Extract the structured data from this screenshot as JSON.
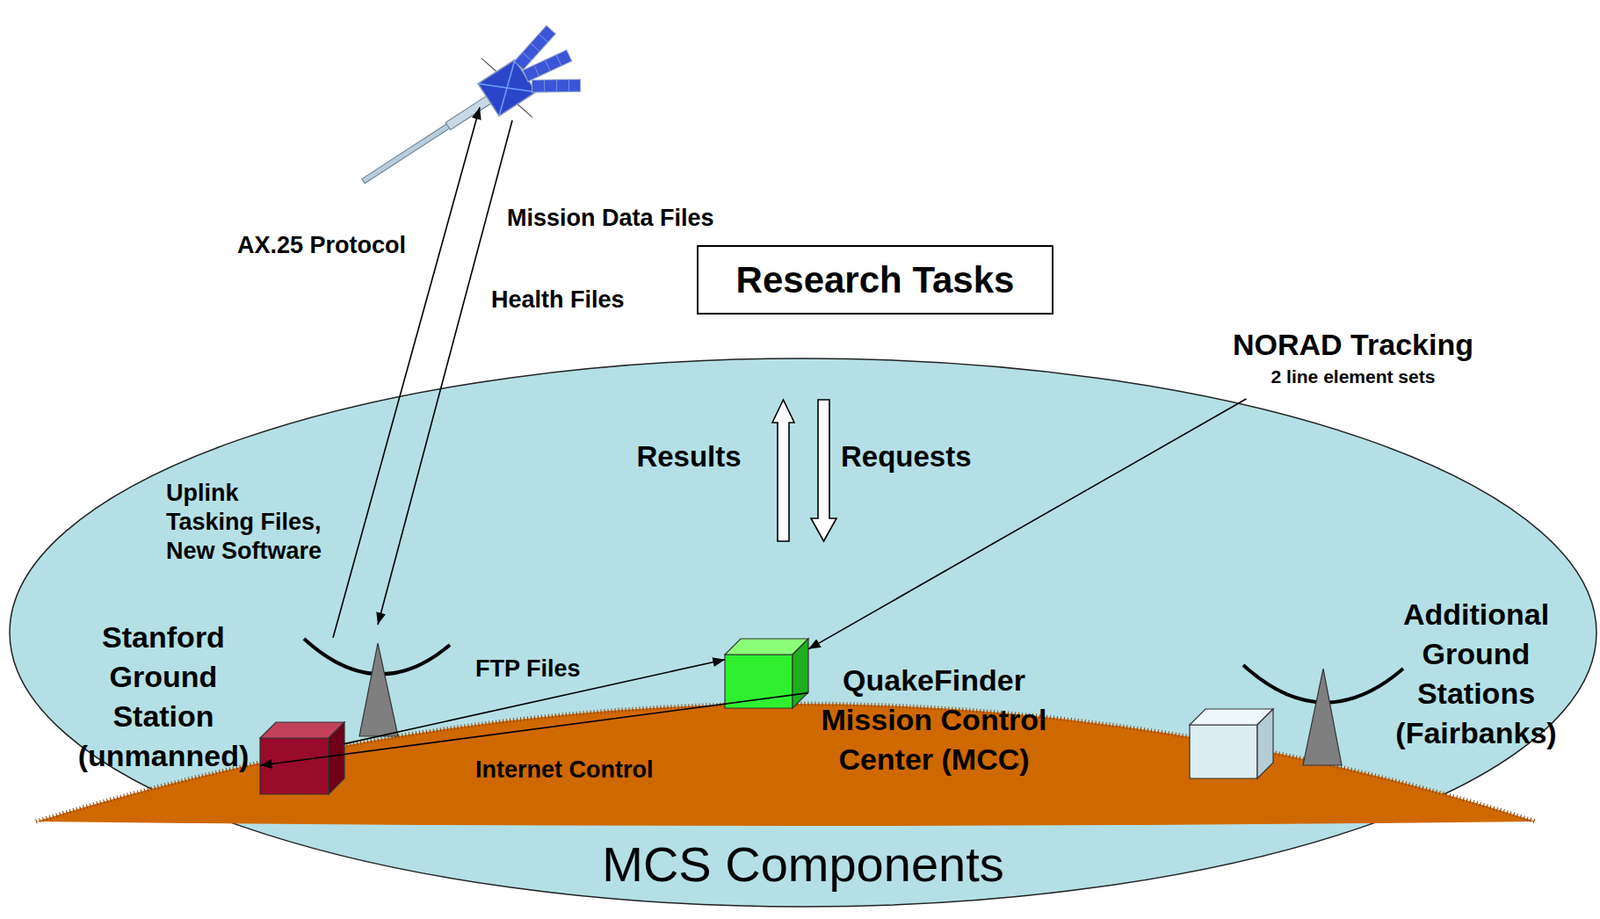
{
  "diagram": {
    "nodes": [
      {
        "text": [
          "Research Tasks"
        ]
      },
      {
        "text": [
          "NORAD Tracking",
          "2 line element sets"
        ]
      },
      {
        "text": [
          "MCS Components"
        ]
      },
      {
        "text": [
          "Stanford Ground Station (unmanned)"
        ],
        "in": 2
      },
      {
        "text": [
          "QuakeFinder Mission Control Center (MCC)"
        ],
        "in": 2
      },
      {
        "text": [
          "Additional Ground Stations (Fairbanks)"
        ],
        "in": 2
      }
    ],
    "edges": [
      {
        "from": 1,
        "to": 4,
        "arrow": "to"
      },
      {
        "from": 3,
        "to": 4,
        "label": "FTP Files",
        "arrow": "to"
      },
      {
        "from": 4,
        "to": 3,
        "label": "Internet Control",
        "arrow": "to"
      }
    ],
    "labels": [
      "AX.25 Protocol",
      "Mission Data Files",
      "Health Files",
      "Uplink Tasking Files, New Software",
      "Results",
      "Requests"
    ]
  }
}
